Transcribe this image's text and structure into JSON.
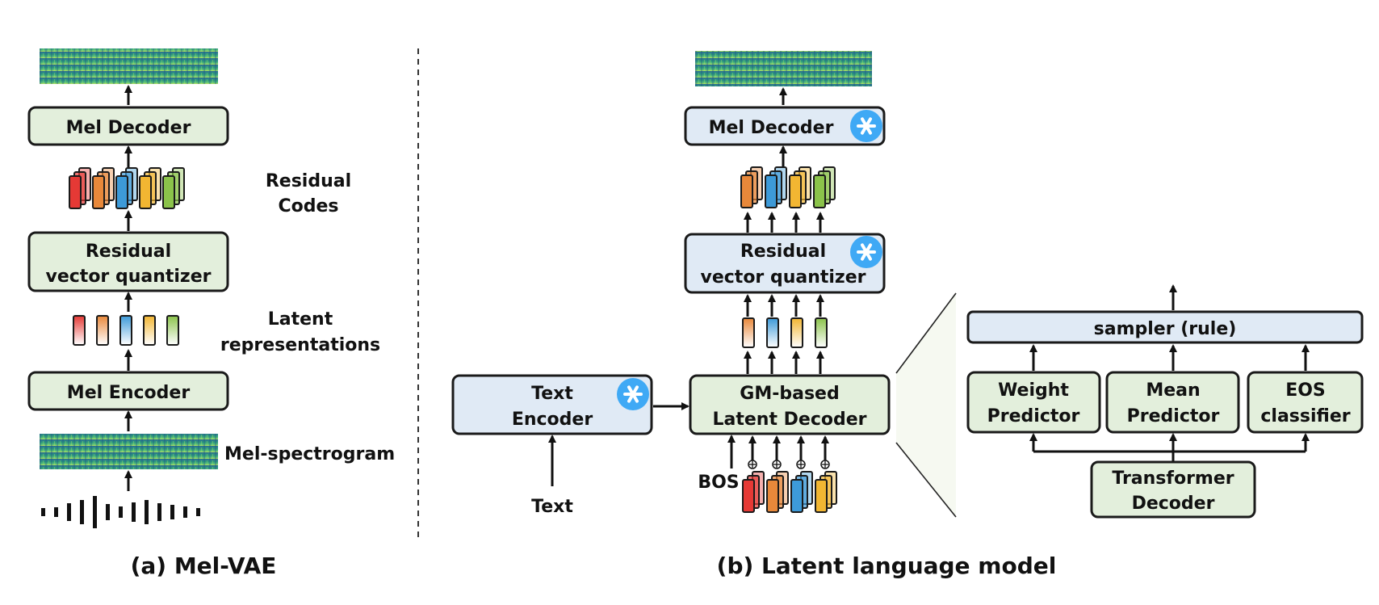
{
  "panel_a": {
    "caption": "(a) Mel-VAE",
    "mel_decoder": "Mel Decoder",
    "rvq_line1": "Residual",
    "rvq_line2": "vector quantizer",
    "mel_encoder": "Mel Encoder",
    "residual_codes_line1": "Residual",
    "residual_codes_line2": "Codes",
    "latent_line1": "Latent",
    "latent_line2": "representations",
    "melspec_label": "Mel-spectrogram"
  },
  "panel_b": {
    "caption": "(b) Latent language model",
    "mel_decoder": "Mel Decoder",
    "rvq_line1": "Residual",
    "rvq_line2": "vector quantizer",
    "text_encoder_line1": "Text",
    "text_encoder_line2": "Encoder",
    "text_input": "Text",
    "gm_line1": "GM-based",
    "gm_line2": "Latent Decoder",
    "bos": "BOS"
  },
  "zoom": {
    "sampler": "sampler (rule)",
    "weight_line1": "Weight",
    "weight_line2": "Predictor",
    "mean_line1": "Mean",
    "mean_line2": "Predictor",
    "eos_line1": "EOS",
    "eos_line2": "classifier",
    "transformer_line1": "Transformer",
    "transformer_line2": "Decoder"
  },
  "colors": {
    "green_box": "#e3efdc",
    "blue_box": "#e0eaf5",
    "frozen_badge": "#3fa9f5",
    "code_red": "#e53935",
    "code_orange": "#e8883a",
    "code_blue": "#3d9ad8",
    "code_yellow": "#f2b632",
    "code_green": "#8bc34a"
  },
  "icons": {
    "frozen": "snowflake-asterisk-icon",
    "waveform": "waveform-icon",
    "spectrogram": "spectrogram-image"
  }
}
